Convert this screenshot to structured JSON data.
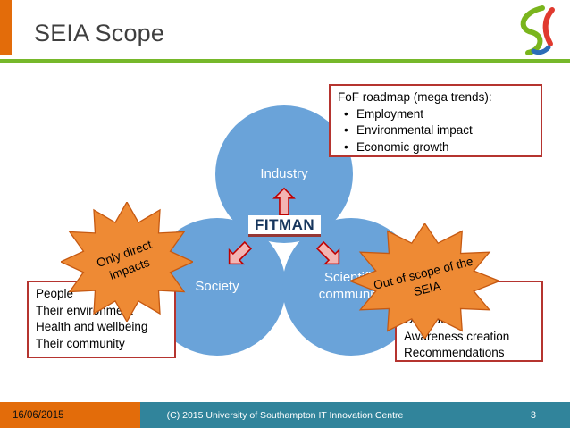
{
  "slide": {
    "title": "SEIA Scope",
    "footer": {
      "date": "16/06/2015",
      "copyright": "(C) 2015 University of Southampton IT Innovation Centre",
      "page_number": "3"
    }
  },
  "glyphs": {
    "bullet": "•"
  },
  "icons": {
    "logo": "it-innovation-logo"
  },
  "colors": {
    "accent_orange": "#E36C0A",
    "footer_teal": "#31849B",
    "circle_blue": "#6AA3D9",
    "divider_green": "#76B82A",
    "box_border_red": "#B5342F",
    "starburst_orange": "#EE8A34",
    "fitman_navy": "#17365D"
  },
  "diagram": {
    "center_label": "FITMAN",
    "circles": [
      {
        "label": "Industry"
      },
      {
        "label": "Society"
      },
      {
        "label": "Scientific community"
      }
    ],
    "fof_box": {
      "title": "FoF roadmap (mega trends):",
      "bullets": [
        "Employment",
        "Environmental impact",
        "Economic growth"
      ]
    },
    "society_box": {
      "lines": [
        "People",
        "Their environment",
        "Health and wellbeing",
        "Their community"
      ]
    },
    "outreach_box": {
      "lines": [
        "Outreach",
        "Awareness creation",
        "Recommendations"
      ]
    },
    "starburst_left": {
      "label": "Only direct impacts"
    },
    "starburst_right": {
      "label": "Out of scope of the SEIA"
    }
  }
}
